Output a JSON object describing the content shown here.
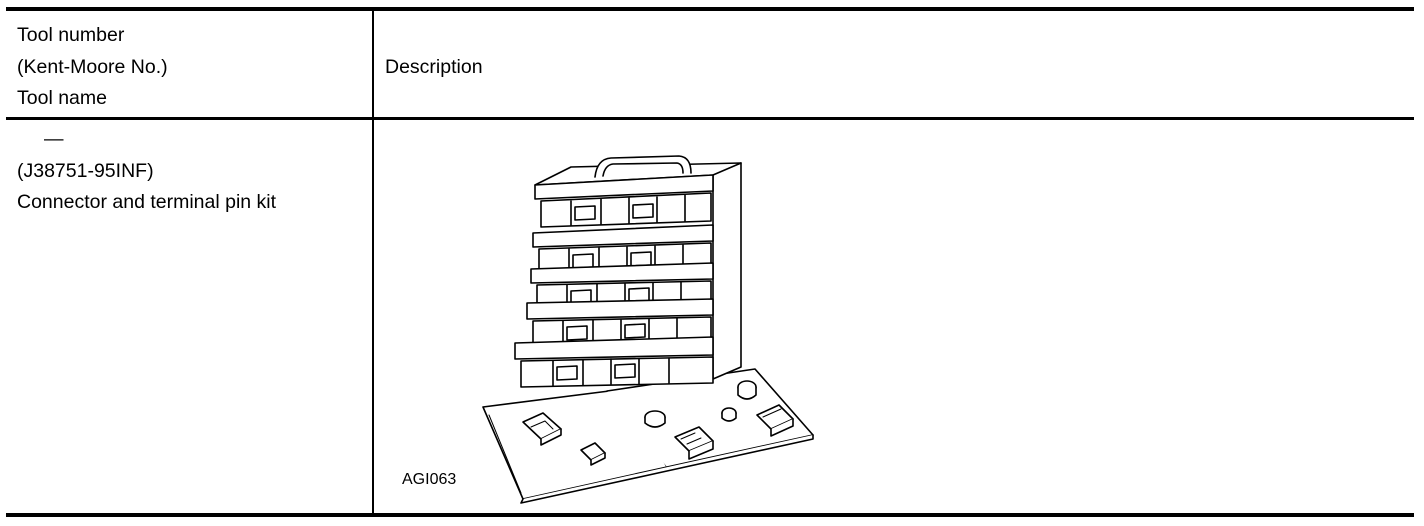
{
  "table": {
    "header": {
      "col1_lines": [
        "Tool number",
        "(Kent-Moore No.)",
        "Tool name"
      ],
      "col2": "Description"
    },
    "rows": [
      {
        "tool_number": "—",
        "kent_moore_no": "(J38751-95INF)",
        "tool_name": "Connector and terminal pin kit",
        "figure_code": "AGI063"
      }
    ]
  }
}
